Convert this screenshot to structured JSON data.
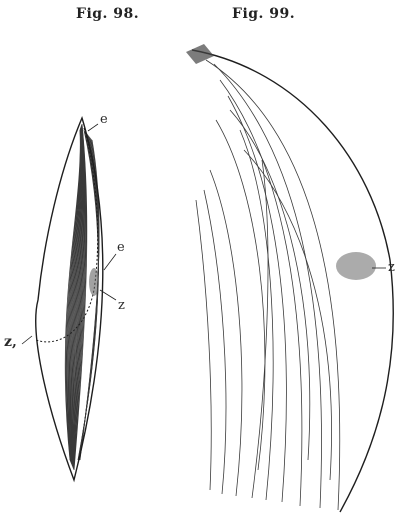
{
  "figures": [
    {
      "caption": "Fig. 98.",
      "labels": {
        "e_top": "e",
        "e_mid": "e",
        "z": "z",
        "z_sub": "z,"
      }
    },
    {
      "caption": "Fig. 99.",
      "labels": {
        "z": "z"
      }
    }
  ],
  "colors": {
    "ink": "#3a3a3a",
    "ink_dark": "#1e1e1e",
    "paper": "#ffffff"
  }
}
